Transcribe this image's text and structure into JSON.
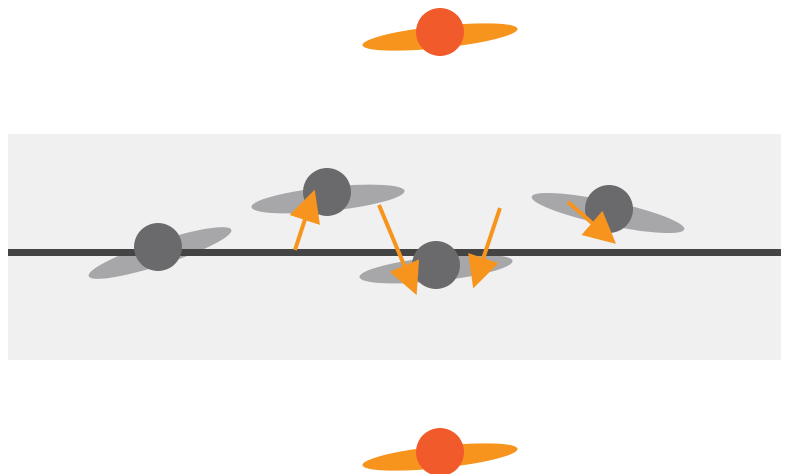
{
  "colors": {
    "background": "#ffffff",
    "band": "#f0f0f0",
    "axis_line": "#444444",
    "grey_disc": "#6a6a6c",
    "grey_ellipse": "#a7a7aa",
    "orange_disc": "#f15a2a",
    "orange_ellipse": "#f7941d",
    "arrow": "#f7941d"
  },
  "icons": {
    "top": "orange-disc-ellipse-icon",
    "bottom": "orange-disc-ellipse-icon",
    "molecules": "grey-disc-ellipse-icon",
    "arrows": "arrow-icon"
  },
  "molecules": [
    {
      "id": "1",
      "tilt": "tilted-up-right"
    },
    {
      "id": "2",
      "tilt": "slightly-tilted"
    },
    {
      "id": "3",
      "tilt": "slightly-tilted"
    },
    {
      "id": "4",
      "tilt": "tilted-down-right"
    }
  ],
  "arrow_count": 4
}
